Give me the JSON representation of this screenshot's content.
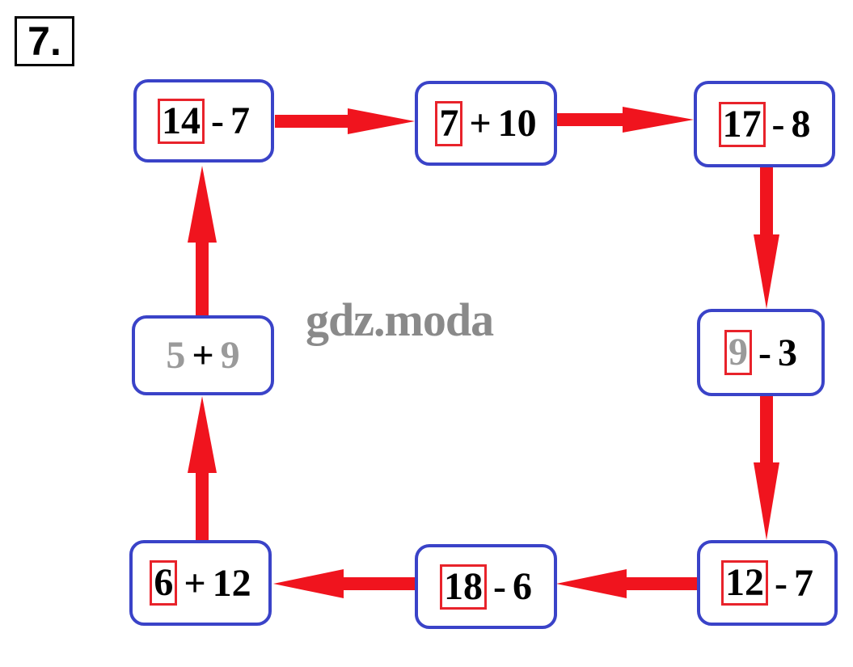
{
  "task_number": "7.",
  "watermark": "gdz.moda",
  "colors": {
    "arrow": "#f0141e",
    "node_border": "#3a43c8",
    "highlight": "#e8232b"
  },
  "nodes": [
    {
      "id": "top-left",
      "first": "14",
      "op": "-",
      "second": "7"
    },
    {
      "id": "top-middle",
      "first": "7",
      "op": "+",
      "second": "10"
    },
    {
      "id": "top-right",
      "first": "17",
      "op": "-",
      "second": "8"
    },
    {
      "id": "middle-right",
      "first": "9",
      "op": "-",
      "second": "3"
    },
    {
      "id": "bottom-right",
      "first": "12",
      "op": "-",
      "second": "7"
    },
    {
      "id": "bottom-middle",
      "first": "18",
      "op": "-",
      "second": "6"
    },
    {
      "id": "bottom-left",
      "first": "6",
      "op": "+",
      "second": "12"
    },
    {
      "id": "middle-left",
      "first": "5",
      "op": "+",
      "second": "9"
    }
  ]
}
